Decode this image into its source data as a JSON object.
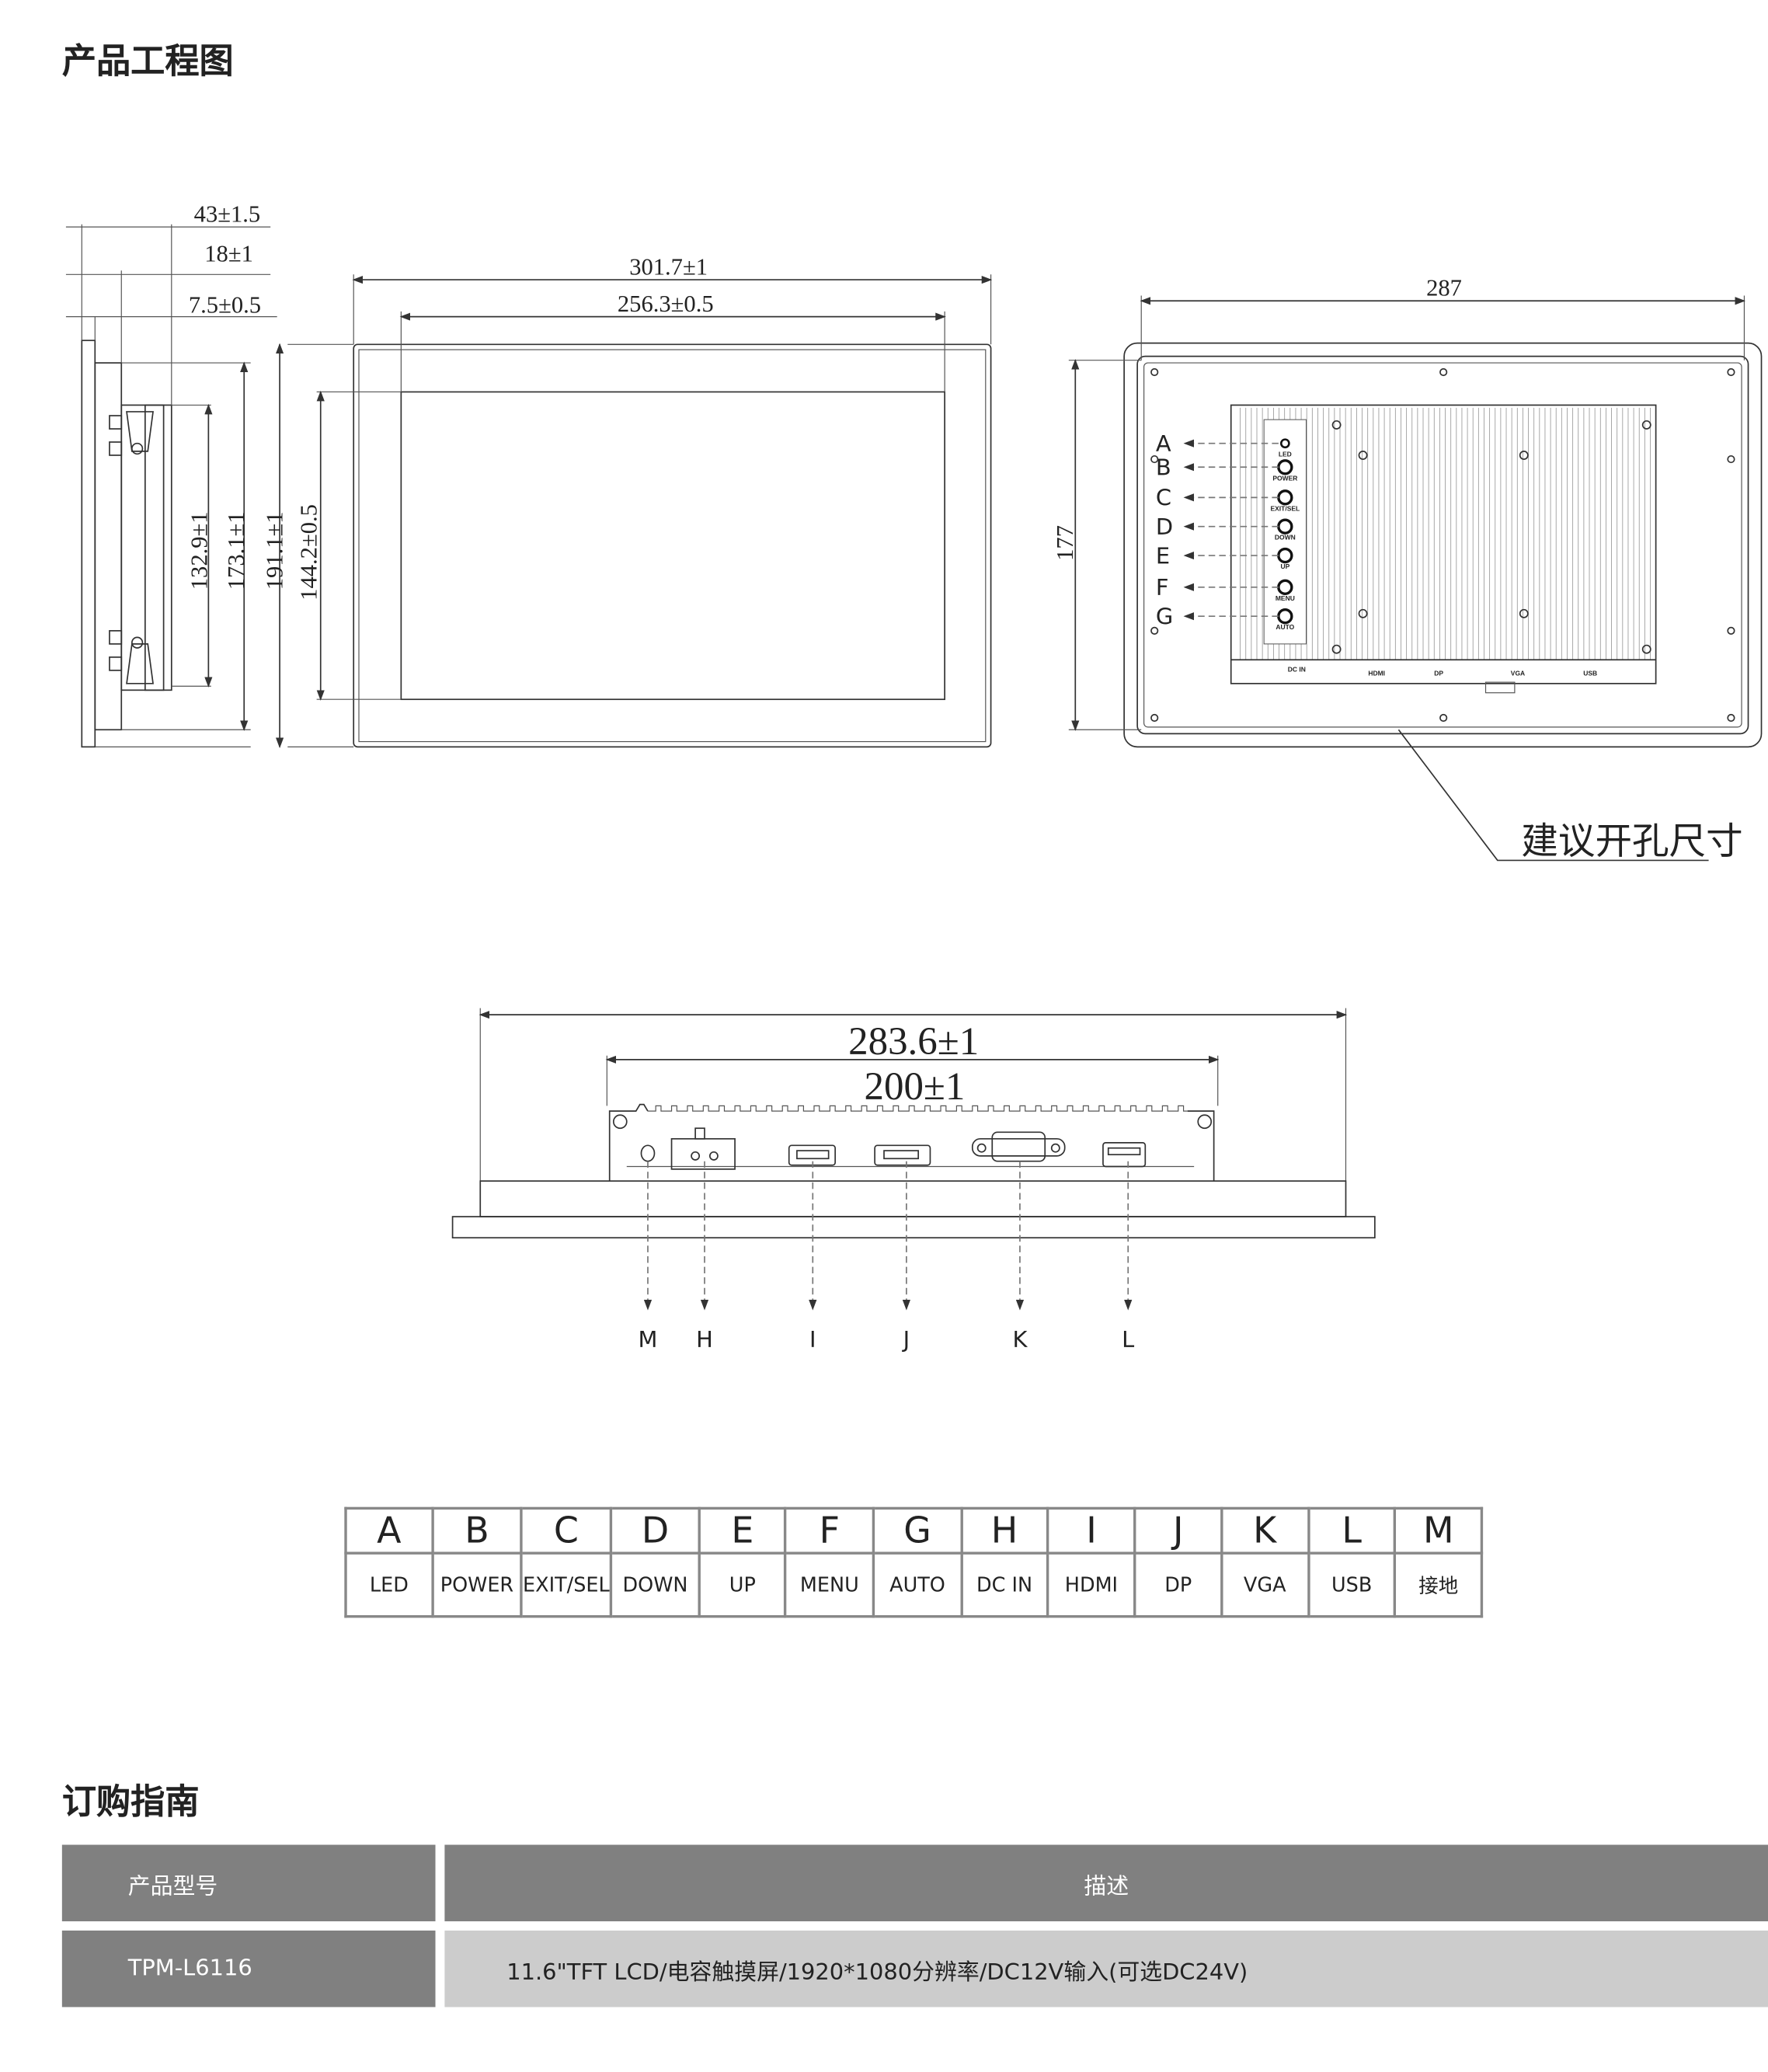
{
  "sections": {
    "drawing_title": "产品工程图",
    "order_title": "订购指南"
  },
  "side_view": {
    "dims": [
      "43±1.5",
      "18±1",
      "7.5±0.5",
      "132.9±1",
      "173.1±1",
      "191.1±1"
    ]
  },
  "front_view": {
    "dims": [
      "301.7±1",
      "256.3±0.5",
      "144.2±0.5"
    ]
  },
  "back_view": {
    "dims": [
      "287",
      "177"
    ],
    "cutout_note": "建议开孔尺寸",
    "callouts": [
      "A",
      "B",
      "C",
      "D",
      "E",
      "F",
      "G"
    ],
    "button_labels": [
      "LED",
      "POWER",
      "EXIT/SEL",
      "DOWN",
      "UP",
      "MENU",
      "AUTO"
    ],
    "port_labels": [
      "DC IN",
      "HDMI",
      "DP",
      "VGA",
      "USB"
    ]
  },
  "bottom_view": {
    "dims": [
      "283.6±1",
      "200±1"
    ],
    "callouts": [
      "M",
      "H",
      "I",
      "J",
      "K",
      "L"
    ]
  },
  "port_table": {
    "letters": [
      "A",
      "B",
      "C",
      "D",
      "E",
      "F",
      "G",
      "H",
      "I",
      "J",
      "K",
      "L",
      "M"
    ],
    "names": [
      "LED",
      "POWER",
      "EXIT/SEL",
      "DOWN",
      "UP",
      "MENU",
      "AUTO",
      "DC  IN",
      "HDMI",
      "DP",
      "VGA",
      "USB",
      "接地"
    ]
  },
  "order_table": {
    "headers": [
      "产品型号",
      "描述"
    ],
    "rows": [
      {
        "model": "TPM-L6116",
        "description": "11.6\"TFT LCD/电容触摸屏/1920*1080分辨率/DC12V输入(可选DC24V)"
      }
    ],
    "colors": {
      "header_bg": "#808080",
      "model_bg": "#808080",
      "desc_bg": "#cccccc"
    }
  }
}
